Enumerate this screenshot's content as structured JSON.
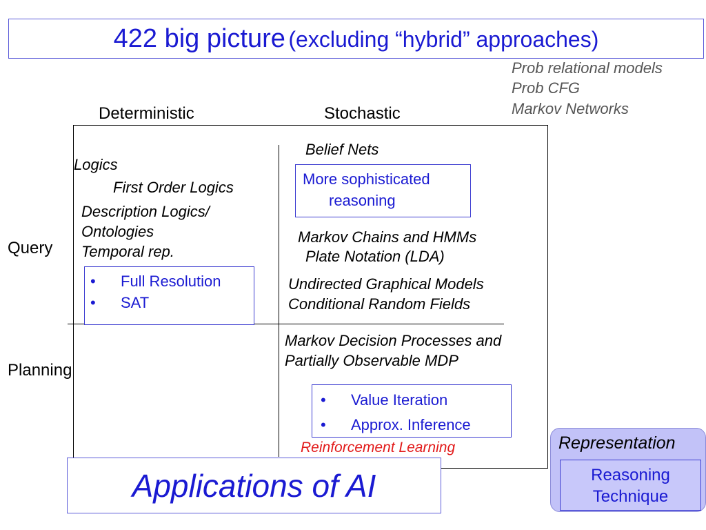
{
  "title": {
    "main": "422 big picture",
    "sub": "(excluding “hybrid” approaches)"
  },
  "side_notes": [
    "Prob relational models",
    "Prob CFG",
    "Markov Networks"
  ],
  "columns": {
    "deterministic": "Deterministic",
    "stochastic": "Stochastic"
  },
  "rows": {
    "query": "Query",
    "planning": "Planning"
  },
  "query_deterministic": {
    "logics": "Logics",
    "first_order": "First Order Logics",
    "description_1": "Description Logics/",
    "description_2": "Ontologies",
    "temporal": "Temporal rep.",
    "techniques": [
      "Full Resolution",
      "SAT"
    ]
  },
  "query_stochastic": {
    "belief_nets": "Belief Nets",
    "sophisticated_1": "More sophisticated",
    "sophisticated_2": "reasoning",
    "markov_chains": "Markov Chains and HMMs",
    "plate": "Plate Notation (LDA)",
    "undirected": "Undirected Graphical Models",
    "crf": "Conditional Random Fields"
  },
  "planning_stochastic": {
    "mdp_1": "Markov Decision Processes  and",
    "mdp_2": "Partially Observable MDP",
    "techniques": [
      "Value Iteration",
      "Approx. Inference"
    ],
    "rl": "Reinforcement Learning"
  },
  "bullet_glyph": "•",
  "applications": "Applications of AI",
  "legend": {
    "representation": "Representation",
    "reasoning_1": "Reasoning",
    "reasoning_2": "Technique"
  },
  "colors": {
    "accent_blue": "#1a1ad2",
    "rl_red": "#e21a1a",
    "legend_bg": "#c2c2f8"
  }
}
